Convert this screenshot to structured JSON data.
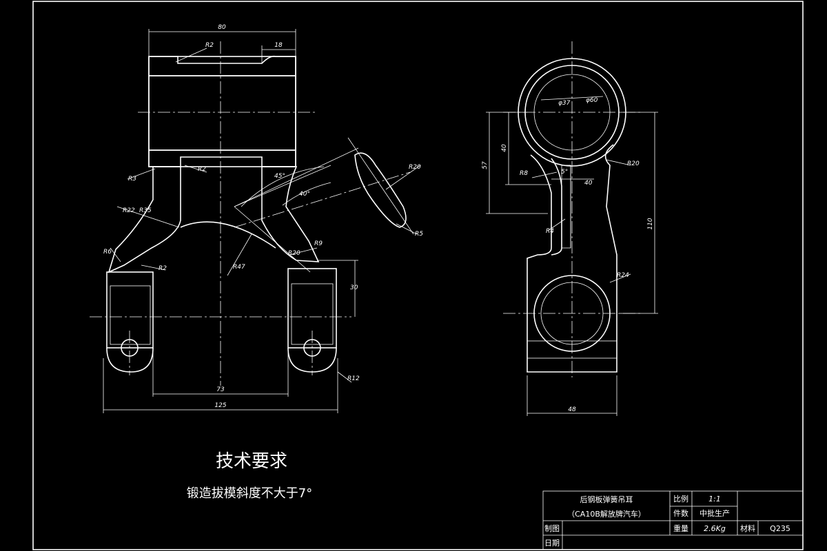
{
  "drawing": {
    "notes_title": "技术要求",
    "notes_text": "锻造拔模斜度不大于7°",
    "dims": {
      "d80": "80",
      "d18": "18",
      "r2a": "R2",
      "r2b": "R2",
      "r2c": "R2",
      "r3": "R3",
      "r22": "R22",
      "r35": "R35",
      "r6": "R6",
      "r47": "R47",
      "r20a": "R20",
      "r9": "R9",
      "a45": "45°",
      "a40": "40°",
      "r20b": "R20",
      "r5": "R5",
      "d30": "30",
      "r12": "R12",
      "d73": "73",
      "d125": "125",
      "phi37": "φ37",
      "phi60": "φ60",
      "d57": "57",
      "d40a": "40",
      "r8": "R8",
      "a5": "5°",
      "d40b": "40",
      "r20c": "R20",
      "r4": "R4",
      "d110": "110",
      "r24": "R24",
      "d48": "48"
    }
  },
  "title_block": {
    "part_name": "后钢板弹簧吊耳",
    "vehicle": "（CA10B解放牌汽车）",
    "scale_label": "比例",
    "scale_value": "1:1",
    "qty_label": "件数",
    "qty_value": "中批生产",
    "weight_label": "重量",
    "weight_value": "2.6Kg",
    "material_label": "材料",
    "material_value": "Q235",
    "drawn_label": "制图",
    "date_label": "日期"
  }
}
